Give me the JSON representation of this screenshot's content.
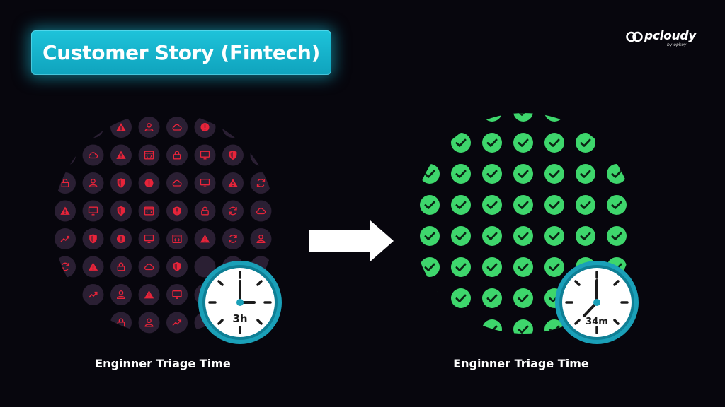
{
  "title": "Customer Story (Fintech)",
  "logo": {
    "brand": "pcloudy",
    "sub": "by opkey"
  },
  "before": {
    "caption": "Enginner Triage Time",
    "clock_label": "3h",
    "icon_color": "#e8243a",
    "tile_color": "#2a1f33",
    "icons": [
      [
        "",
        "",
        "warning",
        "user",
        "cloud",
        "alert",
        "",
        ""
      ],
      [
        "",
        "cloud",
        "warning",
        "code",
        "lock",
        "monitor",
        "shield",
        ""
      ],
      [
        "lock",
        "user",
        "shield",
        "alert",
        "cloud",
        "monitor",
        "warning",
        "refresh"
      ],
      [
        "warning",
        "monitor",
        "shield",
        "code",
        "alert",
        "lock",
        "refresh",
        "cloud"
      ],
      [
        "trend",
        "shield",
        "alert",
        "monitor",
        "code",
        "warning",
        "refresh",
        "user"
      ],
      [
        "refresh",
        "warning",
        "lock",
        "cloud",
        "shield",
        "",
        "",
        ""
      ],
      [
        "",
        "trend",
        "user",
        "warning",
        "monitor",
        "",
        "",
        ""
      ],
      [
        "",
        "",
        "lock",
        "user",
        "trend",
        "",
        "",
        ""
      ]
    ]
  },
  "after": {
    "caption": "Enginner Triage Time",
    "clock_label": "34m",
    "check_color": "#3ed66c"
  },
  "colors": {
    "accent": "#1ec3da",
    "clock_ring": "#1aa0b8",
    "arrow": "#ffffff"
  }
}
